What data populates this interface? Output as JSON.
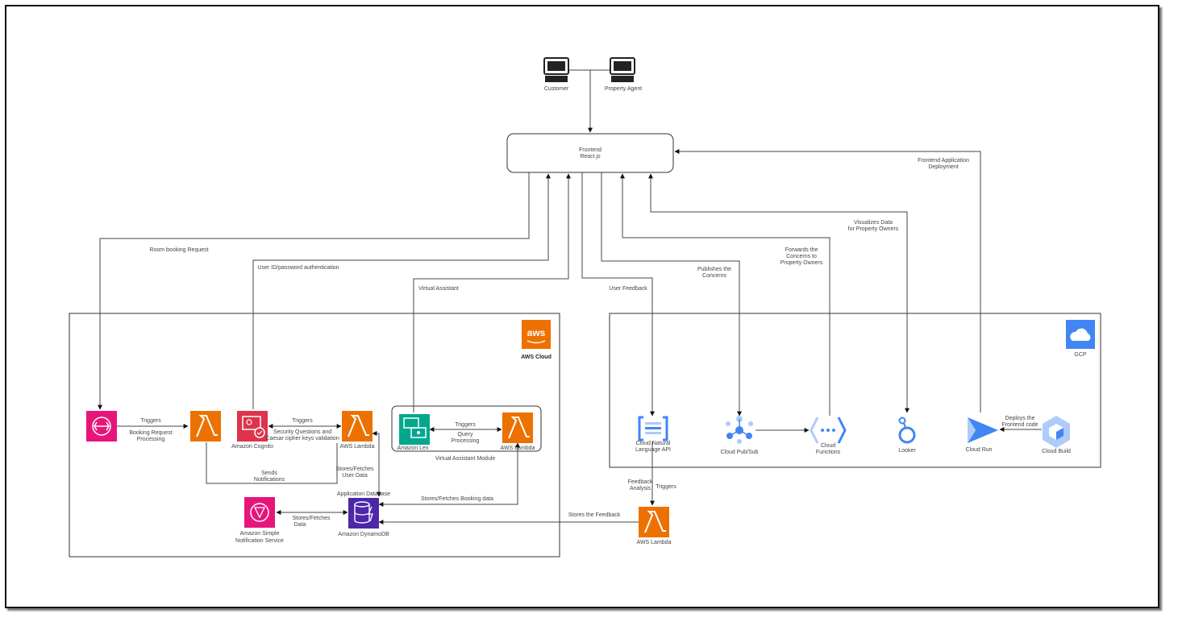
{
  "actors": {
    "customer": "Customer",
    "property_agent": "Property Agent"
  },
  "frontend": {
    "line1": "Frontend",
    "line2": "React.js"
  },
  "aws": {
    "logo_text": "aws",
    "title": "AWS Cloud"
  },
  "gcp": {
    "title": "GCP"
  },
  "nodes": {
    "booking_queue": "",
    "lambda_booking": "",
    "cognito": "Amazon Cognito",
    "lambda_auth": "AWS Lambda",
    "lex": "Amazon Lex",
    "lambda_va": "AWS Lambda",
    "va_module": "Virtual Assistant Module",
    "sns_1": "Amazon Simple",
    "sns_2": "Notification Service",
    "dynamo_top": "Application Database",
    "dynamo": "Amazon DynamoDB",
    "nl_1": "Cloud Natural",
    "nl_2": "Language API",
    "pubsub": "Cloud Pub/Sub",
    "cf_1": "Cloud",
    "cf_2": "Functions",
    "looker": "Looker",
    "cloud_run": "Cloud Run",
    "cloud_build": "Cloud Build",
    "lambda_feedback": "AWS Lambda"
  },
  "edges": {
    "room_booking": "Room booking Request",
    "auth": "User ID/password authentication",
    "virtual_assistant": "Virtual Assistant",
    "user_feedback": "User Feedback",
    "publishes_1": "Publishes the",
    "publishes_2": "Concerns",
    "forwards_1": "Forwards the",
    "forwards_2": "Concerns to",
    "forwards_3": "Property Owners",
    "visualizes_1": "Visualizes Data",
    "visualizes_2": "for Property Owners",
    "deploy_1": "Frontend Application",
    "deploy_2": "Deployment",
    "triggers_booking": "Triggers",
    "booking_proc_1": "Booking Request",
    "booking_proc_2": "Processing",
    "triggers_auth": "Triggers",
    "security_1": "Security Questions and",
    "security_2": "Caesar cipher keys validation",
    "triggers_lex": "Triggers",
    "query_1": "Query",
    "query_2": "Processing",
    "sends_1": "Sends",
    "sends_2": "Notifications",
    "stores_user_1": "Stores/Fetches",
    "stores_user_2": "User Data",
    "stores_booking": "Stores/Fetches Booking data",
    "stores_data_1": "Stores/Fetches",
    "stores_data_2": "Data",
    "feedback_analysis_1": "Feedback",
    "feedback_analysis_2": "Analysis",
    "triggers_feedback": "Triggers",
    "stores_feedback": "Stores the Feedback",
    "deploys_1": "Deploys the",
    "deploys_2": "Frontend code"
  },
  "colors": {
    "aws_orange": "#ED7100",
    "aws_red": "#DD344C",
    "aws_pink": "#E7157B",
    "aws_green": "#01A88D",
    "aws_purple": "#4D27AA",
    "gcp_blue": "#4285F4",
    "gcp_light_blue": "#AECBFA"
  }
}
